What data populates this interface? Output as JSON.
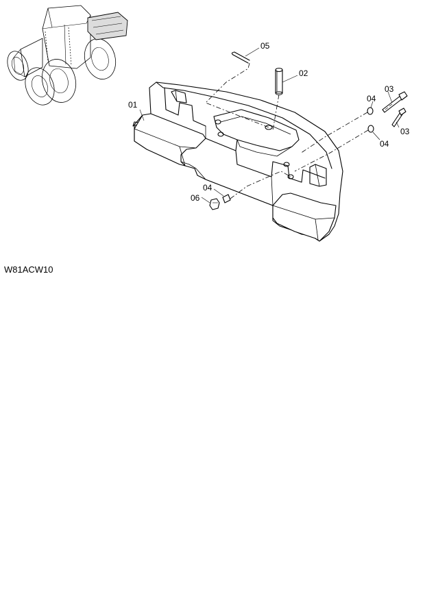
{
  "figure": {
    "code": "W81ACW10",
    "callouts": [
      {
        "id": "callout-01",
        "text": "01"
      },
      {
        "id": "callout-02",
        "text": "02"
      },
      {
        "id": "callout-03-upper",
        "text": "03"
      },
      {
        "id": "callout-03-lower",
        "text": "03"
      },
      {
        "id": "callout-04-upper",
        "text": "04"
      },
      {
        "id": "callout-04-right",
        "text": "04"
      },
      {
        "id": "callout-04-bottom",
        "text": "04"
      },
      {
        "id": "callout-05",
        "text": "05"
      },
      {
        "id": "callout-06",
        "text": "06"
      }
    ]
  }
}
